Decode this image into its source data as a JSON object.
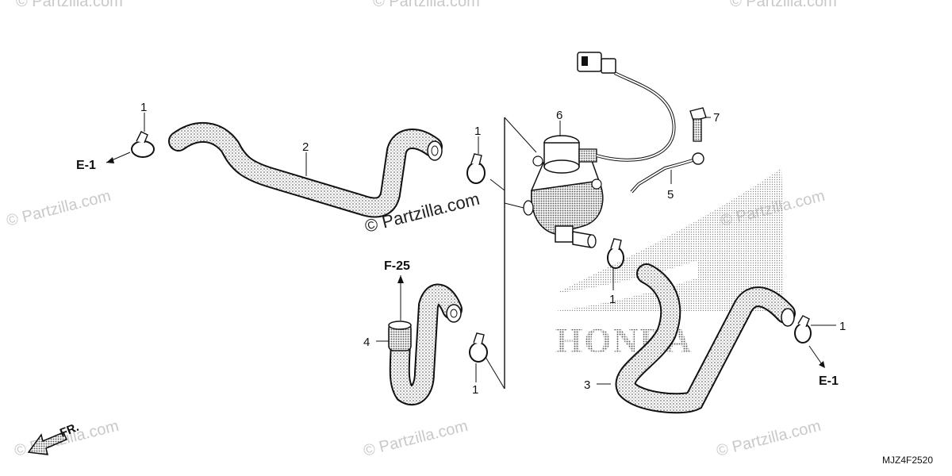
{
  "callouts": {
    "c1_top_left": "1",
    "c2": "2",
    "c1_mid": "1",
    "c6": "6",
    "c7": "7",
    "c5": "5",
    "c1_center": "1",
    "c1_right": "1",
    "c4": "4",
    "c1_bottom_mid": "1",
    "c3": "3"
  },
  "references": {
    "e1_left": "E-1",
    "f25": "F-25",
    "e1_right": "E-1"
  },
  "direction_label": "FR.",
  "diagram_code": "MJZ4F2520",
  "watermark_text": "© Partzilla.com",
  "brand_text": "HONDA",
  "colors": {
    "line": "#111111",
    "watermark": "#c9c9c9",
    "dots": "#555555"
  }
}
